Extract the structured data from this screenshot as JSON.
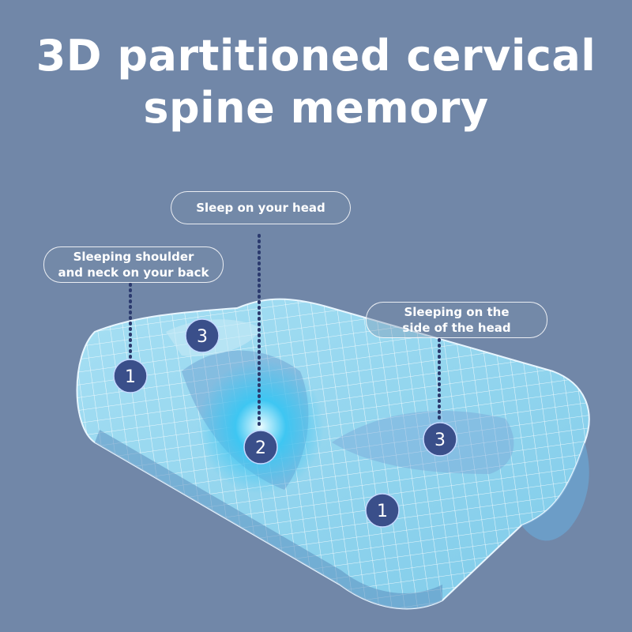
{
  "title": {
    "line1": "3D partitioned cervical",
    "line2": "spine memory"
  },
  "callouts": {
    "head": "Sleep on your head",
    "back_line1": "Sleeping shoulder",
    "back_line2": "and neck on your back",
    "side_line1": "Sleeping on the",
    "side_line2": "side of the head"
  },
  "zones": {
    "z1_left": "1",
    "z3_back": "3",
    "z2_center": "2",
    "z3_right": "3",
    "z1_front": "1"
  },
  "colors": {
    "background": "#7187a8",
    "pillow_fill": "#8fd3ee",
    "grid_line": "#ffffff",
    "center_glow": "#3ec6f2",
    "zone_badge": "#3a4f8a",
    "connector": "#2b3a6e"
  }
}
